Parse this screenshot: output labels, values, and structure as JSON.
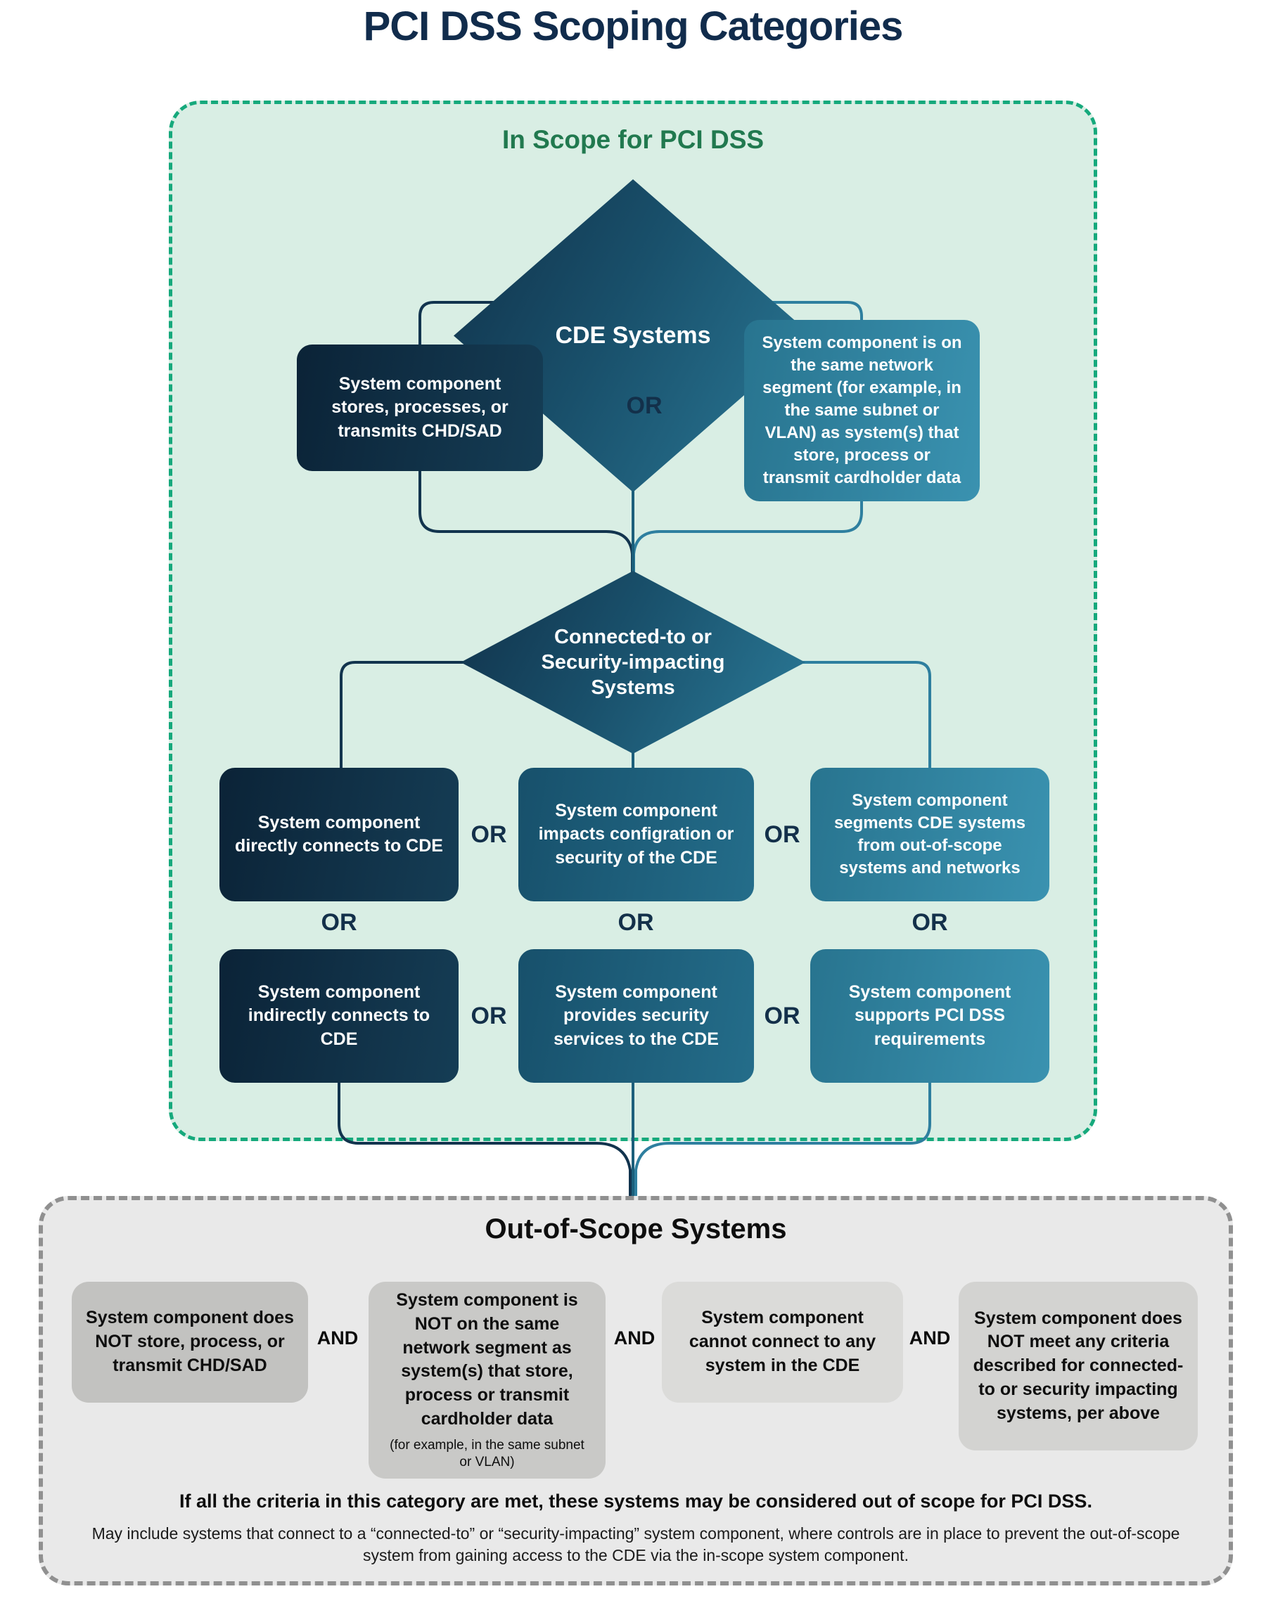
{
  "title": "PCI DSS Scoping Categories",
  "labels": {
    "or": "OR",
    "and": "AND"
  },
  "in_scope": {
    "heading": "In Scope for PCI DSS",
    "tier1": {
      "diamond": "CDE Systems",
      "left_box": "System component stores, processes, or transmits CHD/SAD",
      "right_box": "System component is on the same network segment (for example, in the same subnet or VLAN) as system(s) that store, process or transmit cardholder data"
    },
    "tier2": {
      "diamond": "Connected-to or Security-impacting Systems",
      "row1": [
        "System component directly connects to CDE",
        "System component impacts configration or security of the CDE",
        "System component segments CDE systems from out-of-scope systems and networks"
      ],
      "row2": [
        "System component indirectly connects to CDE",
        "System component provides  security services to the CDE",
        "System component supports PCI DSS requirements"
      ]
    }
  },
  "out_of_scope": {
    "heading": "Out-of-Scope Systems",
    "boxes": [
      {
        "text": "System component does NOT store, process, or transmit CHD/SAD"
      },
      {
        "text": "System component is NOT on the same network segment as system(s) that store, process or transmit cardholder data",
        "note": "(for example, in the same subnet or VLAN)"
      },
      {
        "text": "System component cannot connect to any system in the CDE"
      },
      {
        "text": "System component does NOT meet any criteria described for connected-to or security impacting systems, per above"
      }
    ],
    "footer_bold": "If all the criteria in this category are met, these systems may be considered out of scope for PCI DSS.",
    "footer_text": "May include systems that connect to a “connected-to” or “security-impacting” system component, where controls are in place to prevent the out-of-scope system from gaining access to the CDE via the in-scope system component."
  },
  "colors": {
    "title_navy": "#112c4c",
    "green_heading": "#21794f",
    "in_scope_bg": "#d9eee4",
    "in_scope_border": "#16a97c",
    "navy_box": "#0d2a3e",
    "mid_teal_box": "#1d5d78",
    "light_teal_box": "#2f84a4",
    "out_bg": "#e9e9e9",
    "out_border": "#909090"
  }
}
